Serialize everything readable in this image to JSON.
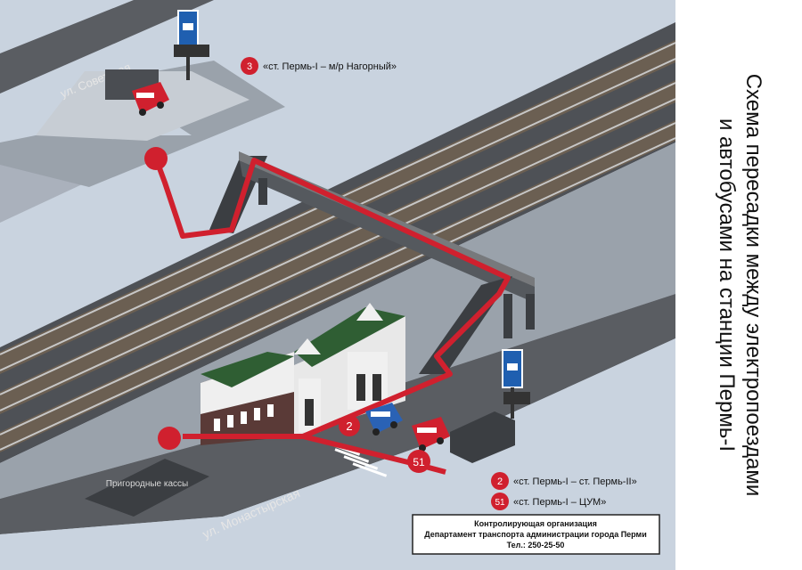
{
  "title_line1": "Схема пересадки между электропоездами",
  "title_line2": "и автобусами на станции Пермь-I",
  "streets": {
    "top": "ул. Советская",
    "bottom": "ул. Монастырская"
  },
  "ticket_office": "Пригородные кассы",
  "routes": [
    {
      "number": "3",
      "label": "«ст. Пермь-I – м/р Нагорный»"
    },
    {
      "number": "2",
      "label": "«ст. Пермь-I – ст. Пермь-II»"
    },
    {
      "number": "51",
      "label": "«ст. Пермь-I – ЦУМ»"
    }
  ],
  "info": {
    "line1": "Контролирующая организация",
    "line2": "Департамент транспорта администрации города Перми",
    "line3": "Тел.: 250-25-50"
  },
  "colors": {
    "path": "#d0202e",
    "background": "#c9d3df",
    "road": "#5a5d62",
    "station_roof": "#2f5e33",
    "bus_red": "#d0202e",
    "bus_blue": "#2a62b5",
    "sign_blue": "#1f5fb0"
  }
}
